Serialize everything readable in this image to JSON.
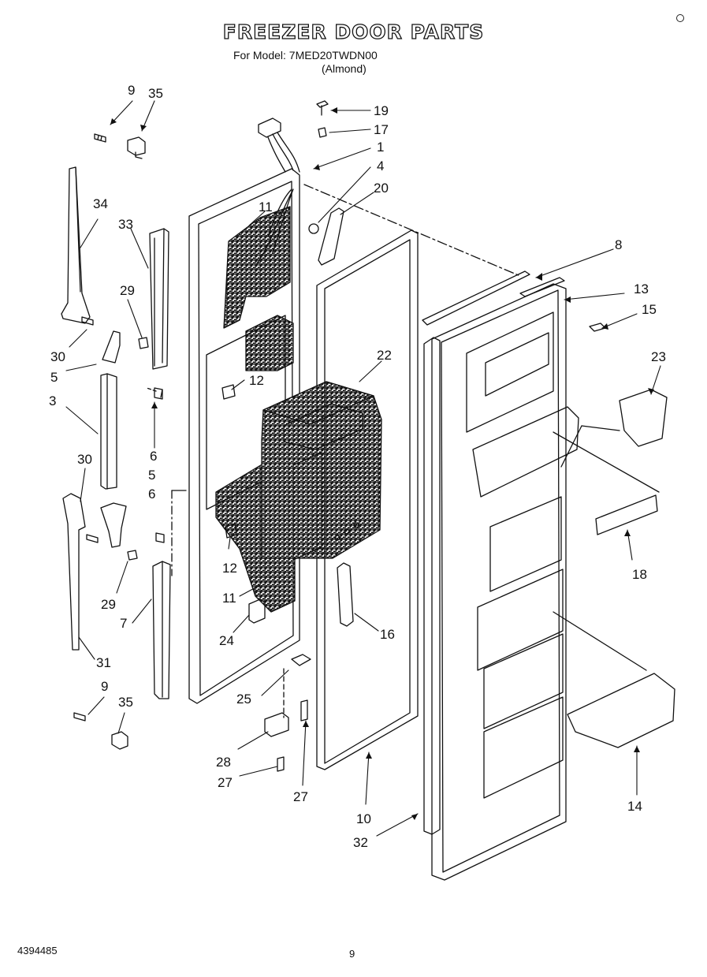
{
  "header": {
    "title": "FREEZER DOOR PARTS",
    "model_line": "For Model: 7MED20TWDN00",
    "color_line": "(Almond)"
  },
  "footer": {
    "doc_number": "4394485",
    "page_number": "9"
  },
  "callouts": [
    "9",
    "35",
    "19",
    "17",
    "1",
    "4",
    "20",
    "34",
    "33",
    "11",
    "8",
    "13",
    "15",
    "29",
    "30",
    "5",
    "3",
    "12",
    "22",
    "23",
    "6",
    "30",
    "5",
    "6",
    "12",
    "18",
    "29",
    "7",
    "11",
    "24",
    "16",
    "31",
    "25",
    "9",
    "35",
    "28",
    "27",
    "27",
    "10",
    "32",
    "14"
  ]
}
